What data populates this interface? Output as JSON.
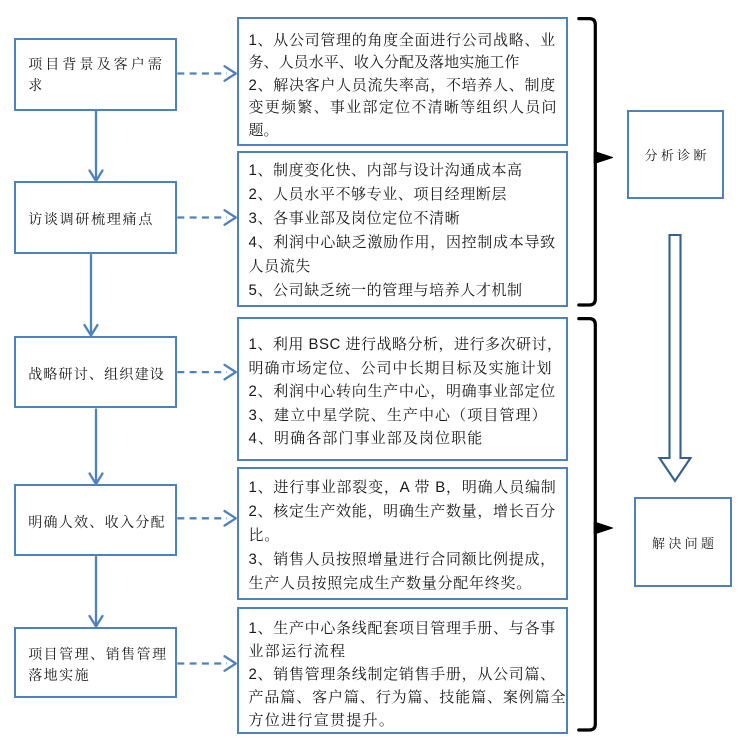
{
  "diagram": {
    "left_steps": [
      {
        "label_lines": [
          "项目背景及客户需",
          "求"
        ]
      },
      {
        "label_lines": [
          "访谈调研梳理痛点"
        ]
      },
      {
        "label_lines": [
          "战略研讨、组织建设"
        ]
      },
      {
        "label_lines": [
          "明确人效、收入分配"
        ]
      },
      {
        "label_lines": [
          "项目管理、销售管理",
          "落地实施"
        ]
      }
    ],
    "detail_boxes": [
      {
        "lines": [
          "1、从公司管理的角度全面进行公司战略、业",
          "务、人员水平、收入分配及落地实施工作",
          "2、解决客户人员流失率高，不培养人、制度",
          "变更频繁、事业部定位不清晰等组织人员问",
          "题。"
        ]
      },
      {
        "lines": [
          "1、制度变化快、内部与设计沟通成本高",
          "2、人员水平不够专业、项目经理断层",
          "3、各事业部及岗位定位不清晰",
          "4、利润中心缺乏激励作用，因控制成本导致",
          "人员流失",
          "5、公司缺乏统一的管理与培养人才机制"
        ]
      },
      {
        "lines": [
          "1、利用 BSC 进行战略分析，进行多次研讨，",
          "明确市场定位、公司中长期目标及实施计划",
          "2、利润中心转向生产中心，明确事业部定位",
          "3、建立中星学院、生产中心（项目管理）",
          "4、明确各部门事业部及岗位职能"
        ]
      },
      {
        "lines": [
          "1、进行事业部裂变，A 带 B，明确人员编制",
          "2、核定生产效能，明确生产数量，增长百分",
          "比。",
          "3、销售人员按照增量进行合同额比例提成，",
          "生产人员按照完成生产数量分配年终奖。"
        ]
      },
      {
        "lines": [
          "1、生产中心条线配套项目管理手册、与各事",
          "业部运行流程",
          "2、销售管理条线制定销售手册，从公司篇、",
          "产品篇、客户篇、行为篇、技能篇、案例篇全",
          "方位进行宣贯提升。"
        ]
      }
    ],
    "groups": [
      {
        "label": "分析诊断"
      },
      {
        "label": "解决问题"
      }
    ],
    "colors": {
      "box_border": "#4F81BD",
      "connector": "#4F81BD",
      "big_arrow_outline": "#365F91",
      "brace": "#000000",
      "text": "#1A1A1A",
      "background": "#FFFFFF"
    }
  }
}
